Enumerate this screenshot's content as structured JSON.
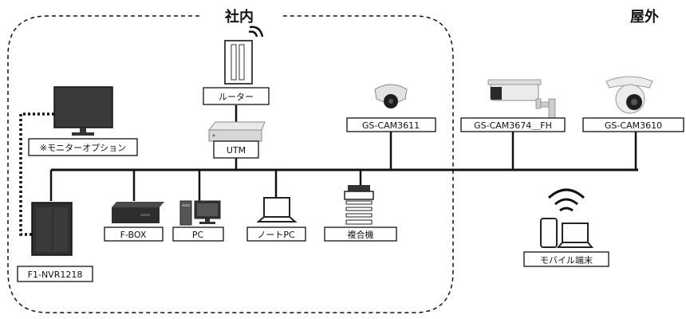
{
  "zones": {
    "internal": "社内",
    "outdoor": "屋外"
  },
  "devices": {
    "router": "ルーター",
    "utm": "UTM",
    "monitor": "※モニターオプション",
    "cam3611": "GS-CAM3611",
    "cam3674": "GS-CAM3674＿FH",
    "cam3610": "GS-CAM3610",
    "fbox": "F-BOX",
    "pc": "PC",
    "notepc": "ノートPC",
    "mfp": "複合機",
    "nvr": "F1-NVR1218",
    "mobile": "モバイル端末"
  },
  "colors": {
    "line": "#111111",
    "device_dark": "#2b2b2b",
    "device_light": "#e6e6e6"
  }
}
